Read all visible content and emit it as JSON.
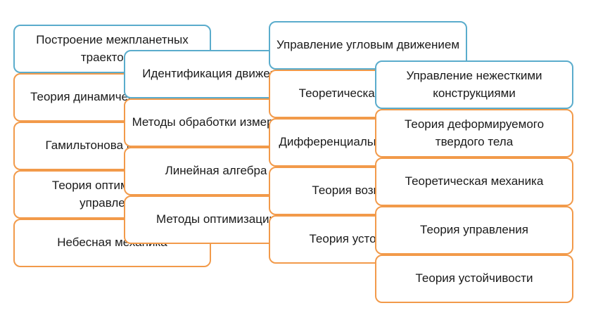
{
  "colors": {
    "header_border": "#5aaccc",
    "item_border": "#f29a4a"
  },
  "columns": [
    {
      "header": "Построение межпланетных траекторий",
      "items": [
        "Теория динамических систем",
        "Гамильтонова механика",
        "Теория оптимального управления",
        "Небесная механика"
      ]
    },
    {
      "header": "Идентификация движения",
      "items": [
        "Методы обработки измерений",
        "Линейная алгебра",
        "Методы оптимизации"
      ]
    },
    {
      "header": "Управление угловым движением",
      "items": [
        "Теоретическая механика",
        "Дифференциальные уравнения",
        "Теория возмущений",
        "Теория устойчивости"
      ]
    },
    {
      "header": "Управление нежесткими конструкциями",
      "items": [
        "Теория деформируемого твердого тела",
        "Теоретическая механика",
        "Теория управления",
        "Теория устойчивости"
      ]
    }
  ]
}
